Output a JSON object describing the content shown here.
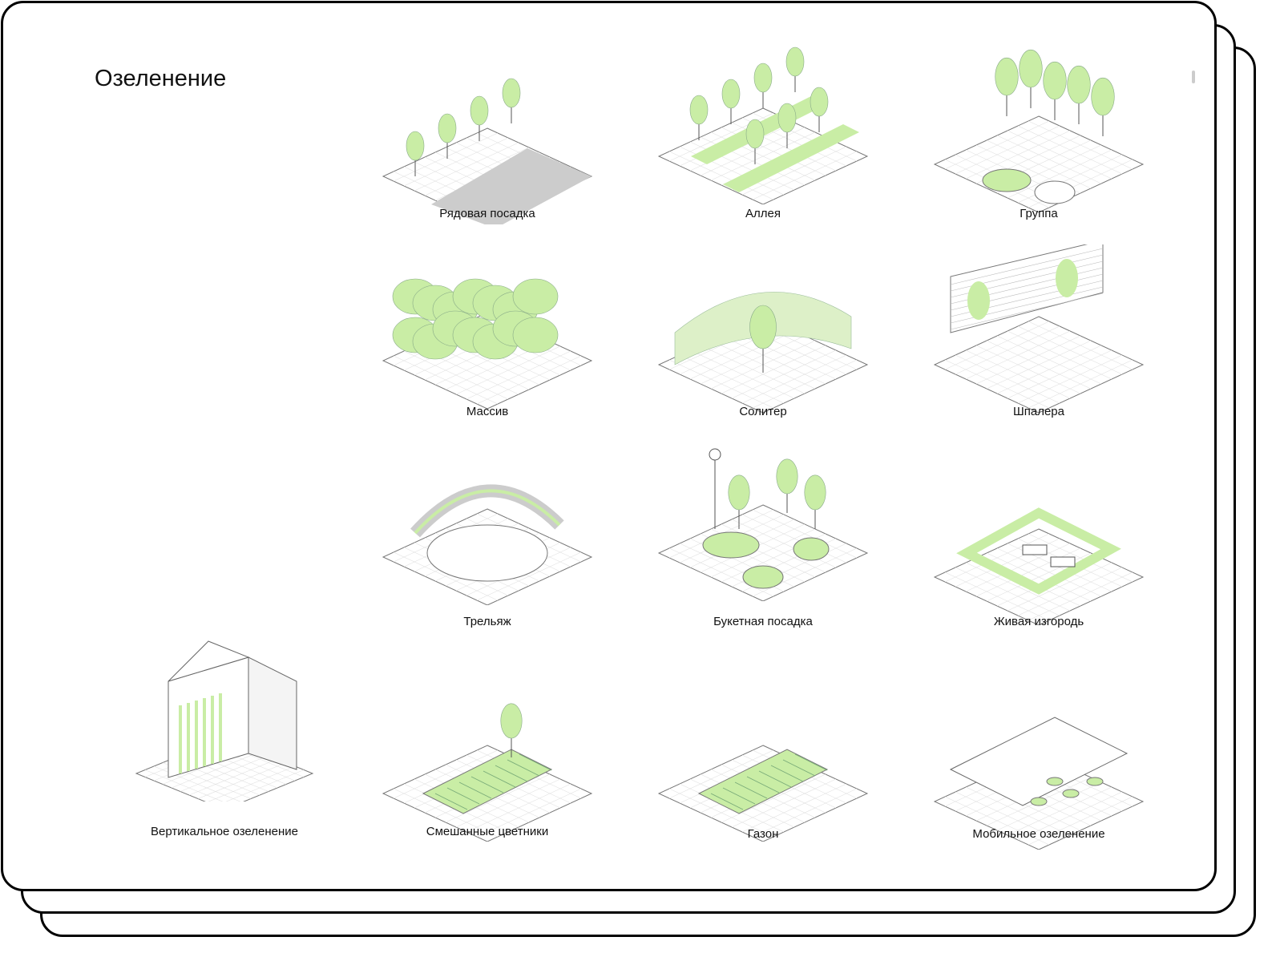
{
  "title": "Озеленение",
  "accent_green": "#c9eda5",
  "items": [
    {
      "label": "Рядовая посадка",
      "variant": "row"
    },
    {
      "label": "Аллея",
      "variant": "alley"
    },
    {
      "label": "Группа",
      "variant": "group"
    },
    {
      "label": "Массив",
      "variant": "massive"
    },
    {
      "label": "Солитер",
      "variant": "solitaire"
    },
    {
      "label": "Шпалера",
      "variant": "trellis-wall"
    },
    {
      "label": "Трельяж",
      "variant": "pergola"
    },
    {
      "label": "Букетная посадка",
      "variant": "bouquet"
    },
    {
      "label": "Живая изгородь",
      "variant": "hedge"
    },
    {
      "label": "Вертикальное озеленение",
      "variant": "building"
    },
    {
      "label": "Смешанные цветники",
      "variant": "flowerbed"
    },
    {
      "label": "Газон",
      "variant": "lawn"
    },
    {
      "label": "Мобильное озеленение",
      "variant": "mobile"
    }
  ]
}
